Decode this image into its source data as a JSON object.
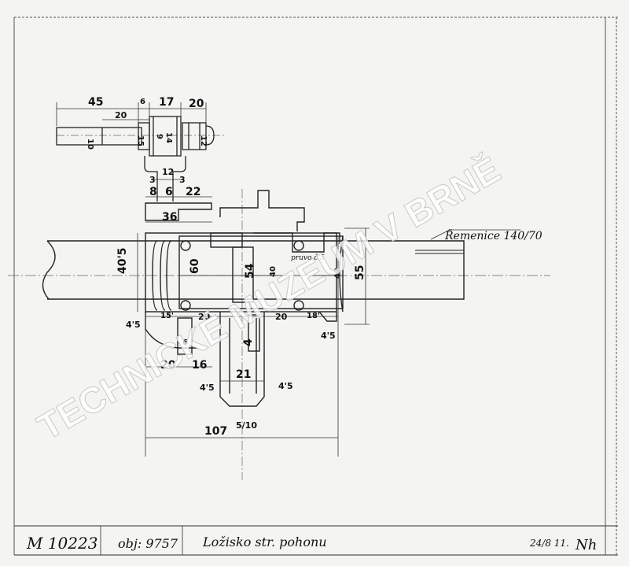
{
  "watermark": "TECHNICKÉ MUZEUM V BRNĚ",
  "title_block": {
    "drawing_number": "M 10223",
    "order_number": "obj: 9757",
    "title": "Ložisko str. pohonu",
    "date": "24/8 11.",
    "signature": "Nh"
  },
  "pulley_note": "Řemenice 140/70",
  "groove_note": "pruvo č 5",
  "dimensions": {
    "d45": "45",
    "d6": "6",
    "d17": "17",
    "d20a": "20",
    "d20b": "20",
    "d10": "10",
    "d15a": "15",
    "d9": "9",
    "d14": "14",
    "d12a": "12",
    "d3a": "3",
    "d3b": "3",
    "d12b": "12",
    "d8": "8",
    "d6b": "6",
    "d22": "22",
    "d36": "36",
    "d40_5": "40'5",
    "d60": "60",
    "d54": "54",
    "d40": "40",
    "d42": "42",
    "d55": "55",
    "d4_5a": "4'5",
    "d15b": "15'",
    "d20c": "20",
    "d20d": "20",
    "d18": "18'",
    "d4_5b": "4'5",
    "d20e": "20",
    "d16": "16",
    "d21": "21",
    "d4_5c": "4'5",
    "d4_5d": "4'5",
    "d4": "4",
    "d5_10": "5/10",
    "d107": "107",
    "d6c": "6"
  }
}
